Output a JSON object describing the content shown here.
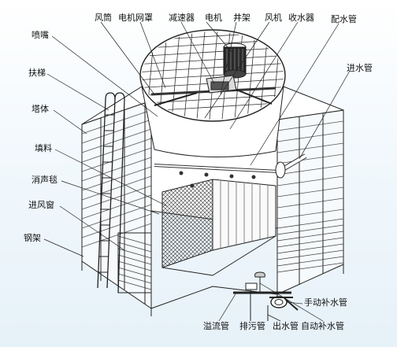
{
  "colors": {
    "line": "#222222",
    "background": "#ffffff",
    "tint": "#e6f1f8"
  },
  "labels": {
    "feng_tong": "风筒",
    "dianji_wangzhao": "电机网罩",
    "jiansuqi": "减速器",
    "dianji": "电机",
    "jingjia": "井架",
    "fengji": "风机",
    "shoushuiqi": "收水器",
    "peishuiguan": "配水管",
    "penzui": "喷嘴",
    "futi": "扶梯",
    "taiti": "塔体",
    "tianliao": "填料",
    "xiaoshengtan": "消声毯",
    "jinfengchuang": "进风窗",
    "gangjia": "钢架",
    "jinshuiguan": "进水管",
    "shoudong_bushuiguan": "手动补水管",
    "yiliuguan": "溢流管",
    "paiwuguan": "排污管",
    "chushuiguan": "出水管",
    "zidong_bushuiguan": "自动补水管"
  }
}
